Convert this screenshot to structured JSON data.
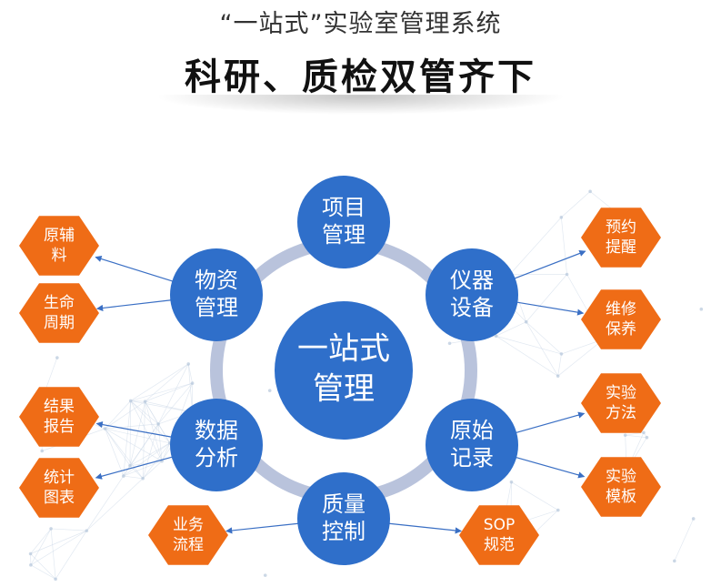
{
  "header": {
    "subtitle": "“一站式”实验室管理系统",
    "title": "科研、质检双管齐下"
  },
  "colors": {
    "circle": "#2f6fca",
    "ring": "#b9c3dc",
    "hex": "#ef6c16",
    "connector": "#3a6fc4"
  },
  "center": {
    "line1": "一站式",
    "line2": "管理"
  },
  "modules": [
    {
      "key": "project",
      "line1": "项目",
      "line2": "管理"
    },
    {
      "key": "instrument",
      "line1": "仪器",
      "line2": "设备"
    },
    {
      "key": "record",
      "line1": "原始",
      "line2": "记录"
    },
    {
      "key": "quality",
      "line1": "质量",
      "line2": "控制"
    },
    {
      "key": "data",
      "line1": "数据",
      "line2": "分析"
    },
    {
      "key": "materials",
      "line1": "物资",
      "line2": "管理"
    }
  ],
  "features": [
    {
      "key": "reservation",
      "line1": "预约",
      "line2": "提醒",
      "from": "instrument"
    },
    {
      "key": "maintenance",
      "line1": "维修",
      "line2": "保养",
      "from": "instrument"
    },
    {
      "key": "method",
      "line1": "实验",
      "line2": "方法",
      "from": "record"
    },
    {
      "key": "template",
      "line1": "实验",
      "line2": "模板",
      "from": "record"
    },
    {
      "key": "sop",
      "line1": "SOP",
      "line2": "规范",
      "from": "quality"
    },
    {
      "key": "workflow",
      "line1": "业务",
      "line2": "流程",
      "from": "quality"
    },
    {
      "key": "chart",
      "line1": "统计",
      "line2": "图表",
      "from": "data"
    },
    {
      "key": "report",
      "line1": "结果",
      "line2": "报告",
      "from": "data"
    },
    {
      "key": "lifecycle",
      "line1": "生命",
      "line2": "周期",
      "from": "materials"
    },
    {
      "key": "rawmaterial",
      "line1": "原辅",
      "line2": "料",
      "from": "materials"
    }
  ]
}
